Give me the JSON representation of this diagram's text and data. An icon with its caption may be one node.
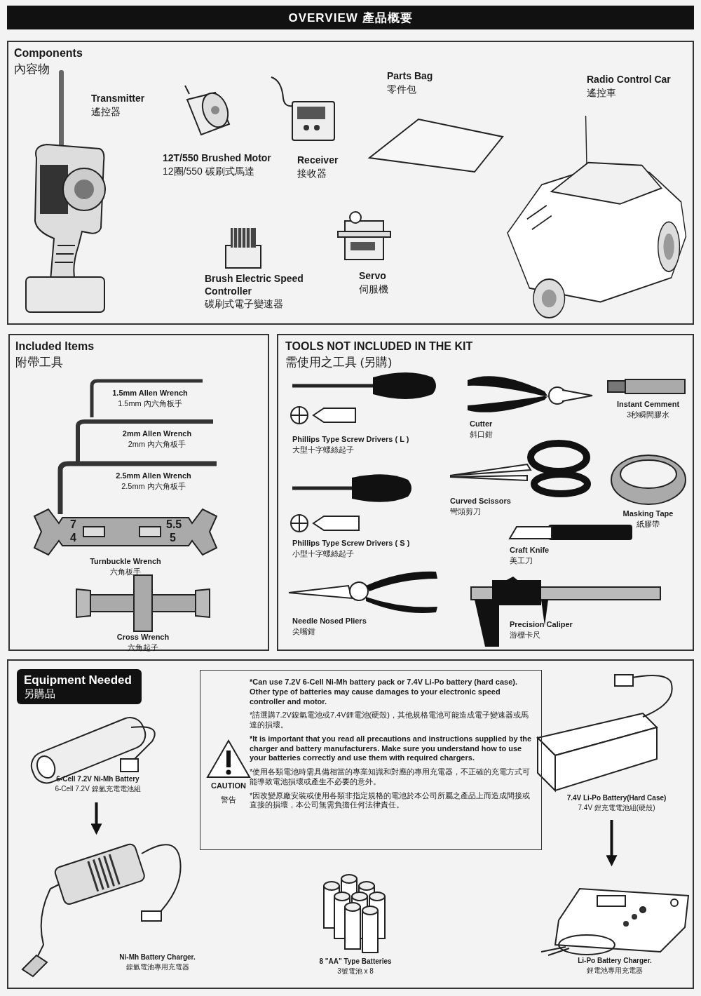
{
  "diagram": {
    "title": "OVERVIEW 產品概要",
    "nodes": [
      {
        "text": [
          "Components",
          "內容物"
        ]
      },
      {
        "text": [
          "Transmitter",
          "遙控器"
        ],
        "in": 0
      },
      {
        "text": [
          "12T/550 Brushed Motor",
          "12圈/550 碳刷式馬達"
        ],
        "in": 0
      },
      {
        "text": [
          "Receiver",
          "接收器"
        ],
        "in": 0
      },
      {
        "text": [
          "Parts Bag",
          "零件包"
        ],
        "in": 0
      },
      {
        "text": [
          "Radio Control Car",
          "遙控車"
        ],
        "in": 0
      },
      {
        "text": [
          "Brush Electric Speed Controller",
          "碳刷式電子變速器"
        ],
        "in": 0
      },
      {
        "text": [
          "Servo",
          "伺服機"
        ],
        "in": 0
      },
      {
        "text": [
          "Included Items",
          "附帶工具"
        ]
      },
      {
        "text": [
          "1.5mm Allen Wrench",
          "1.5mm 內六角板手"
        ],
        "in": 8
      },
      {
        "text": [
          "2mm Allen Wrench",
          "2mm 內六角板手"
        ],
        "in": 8
      },
      {
        "text": [
          "2.5mm Allen Wrench",
          "2.5mm 內六角板手"
        ],
        "in": 8
      },
      {
        "text": [
          "Turnbuckle Wrench",
          "六角板手"
        ],
        "in": 8
      },
      {
        "text": [
          "Cross Wrench",
          "六角起子"
        ],
        "in": 8
      },
      {
        "text": [
          "TOOLS NOT INCLUDED IN THE KIT",
          "需使用之工具 (另購)"
        ]
      },
      {
        "text": [
          "Phillips Type Screw Drivers ( L )",
          "大型十字螺絲起子"
        ],
        "in": 14
      },
      {
        "text": [
          "Cutter",
          "斜口鉗"
        ],
        "in": 14
      },
      {
        "text": [
          "Instant Cemment",
          "3秒瞬間膠水"
        ],
        "in": 14
      },
      {
        "text": [
          "Phillips Type Screw Drivers ( S )",
          "小型十字螺絲起子"
        ],
        "in": 14
      },
      {
        "text": [
          "Curved Scissors",
          "彎頭剪刀"
        ],
        "in": 14
      },
      {
        "text": [
          "Masking Tape",
          "紙膠帶"
        ],
        "in": 14
      },
      {
        "text": [
          "Craft Knife",
          "美工刀"
        ],
        "in": 14
      },
      {
        "text": [
          "Needle Nosed Pliers",
          "尖嘴鉗"
        ],
        "in": 14
      },
      {
        "text": [
          "Precision Caliper",
          "游標卡尺"
        ],
        "in": 14
      },
      {
        "text": [
          "Equipment Needed",
          "另購品"
        ]
      },
      {
        "text": [
          "6-Cell 7.2V Ni-Mh Battery",
          "6-Cell 7.2V 鎳氫充電電池組"
        ],
        "in": 24
      },
      {
        "text": [
          "Ni-Mh Battery Charger.",
          "鎳氫電池專用充電器"
        ],
        "in": 24
      },
      {
        "text": [
          "CAUTION",
          "警告",
          "*Can use 7.2V 6-Cell Ni-Mh battery pack or 7.4V Li-Po battery (hard case). Other type of batteries may cause damages to your electronic speed controller and motor.",
          "*請選購7.2V鎳氫電池或7.4V鋰電池(硬殼)，其他規格電池可能造成電子變速器或馬達的損壞。",
          "*It is important that you read all precautions and instructions supplied by the charger and battery manufacturers. Make sure you understand how to use your batteries correctly and use them with required chargers.",
          "*使用各類電池時需具備相當的專業知識和對應的專用充電器，不正確的充電方式可能導致電池損壞或產生不必要的意外。",
          "*因改變原廠安裝或使用各類非指定規格的電池於本公司所屬之產品上而造成間接或直接的損壞，本公司無需負擔任何法律責任。"
        ],
        "in": 24
      },
      {
        "text": [
          "8 \"AA\" Type Batteries",
          "3號電池 x 8"
        ],
        "in": 24
      },
      {
        "text": [
          "7.4V Li-Po Battery(Hard Case)",
          "7.4V 鋰充電電池組(硬殼)"
        ],
        "in": 24
      },
      {
        "text": [
          "Li-Po Battery Charger.",
          "鋰電池專用充電器"
        ],
        "in": 24
      }
    ],
    "edges": [
      {
        "from": 25,
        "to": 26,
        "arrow": "to"
      },
      {
        "from": 29,
        "to": 30,
        "arrow": "to"
      }
    ],
    "labels": [
      "7",
      "4",
      "5.5",
      "5"
    ]
  }
}
